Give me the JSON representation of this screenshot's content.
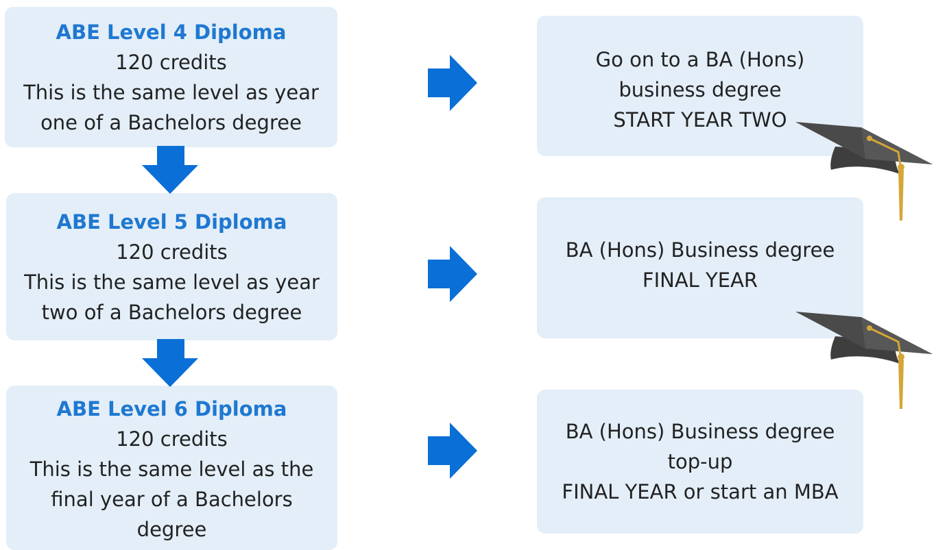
{
  "colors": {
    "box_fill": "#e3eef8",
    "title_text": "#1f78d1",
    "arrow": "#0a6fd6",
    "cap_body": "#4a4a4a",
    "tassel": "#d4a636"
  },
  "diplomas": [
    {
      "title": "ABE Level 4 Diploma",
      "credits": "120 credits",
      "desc": [
        "This is the same level as year",
        "one of a Bachelors degree"
      ]
    },
    {
      "title": "ABE Level 5 Diploma",
      "credits": "120 credits",
      "desc": [
        "This is the same level as year",
        "two of a Bachelors degree"
      ]
    },
    {
      "title": "ABE Level 6 Diploma",
      "credits": "120 credits",
      "desc": [
        "This is the same level as the",
        "final year of a Bachelors",
        "degree"
      ]
    }
  ],
  "outcomes": [
    {
      "lines": [
        "Go on to a BA (Hons)",
        "business degree",
        "START YEAR TWO"
      ]
    },
    {
      "lines": [
        "BA (Hons) Business degree",
        "FINAL YEAR"
      ]
    },
    {
      "lines": [
        "BA (Hons) Business degree",
        "top-up",
        "FINAL YEAR or start an MBA"
      ]
    }
  ],
  "icons": {
    "down_arrow": "arrow-down-icon",
    "right_arrow": "arrow-right-icon",
    "graduation_cap": "graduation-cap-icon"
  }
}
